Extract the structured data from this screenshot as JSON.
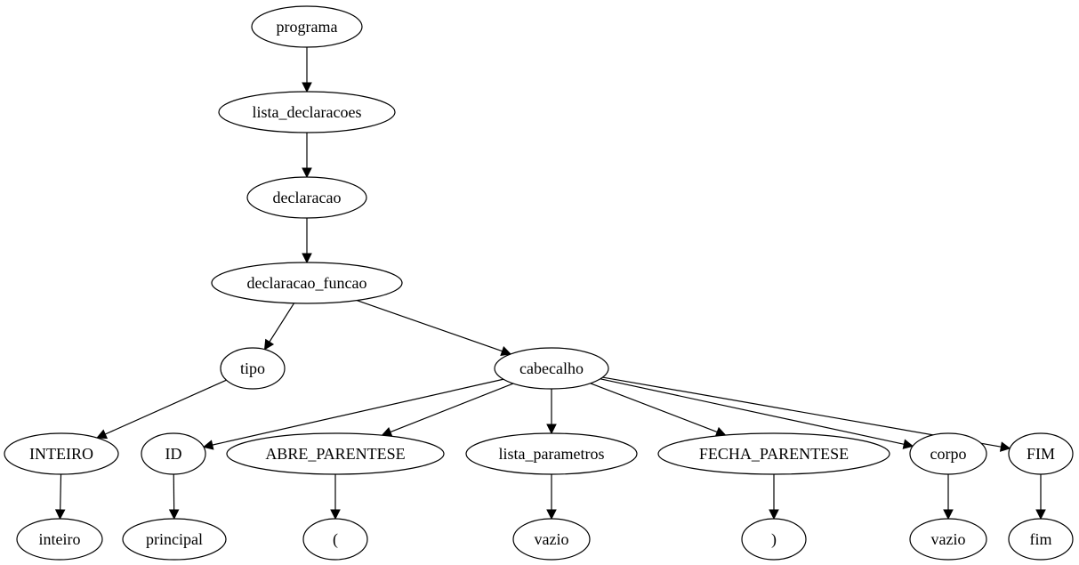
{
  "nodes": [
    {
      "id": "programa",
      "label": "programa"
    },
    {
      "id": "lista_declaracoes",
      "label": "lista_declaracoes"
    },
    {
      "id": "declaracao",
      "label": "declaracao"
    },
    {
      "id": "declaracao_funcao",
      "label": "declaracao_funcao"
    },
    {
      "id": "tipo",
      "label": "tipo"
    },
    {
      "id": "cabecalho",
      "label": "cabecalho"
    },
    {
      "id": "INTEIRO",
      "label": "INTEIRO"
    },
    {
      "id": "ID",
      "label": "ID"
    },
    {
      "id": "ABRE_PARENTESE",
      "label": "ABRE_PARENTESE"
    },
    {
      "id": "lista_parametros",
      "label": "lista_parametros"
    },
    {
      "id": "FECHA_PARENTESE",
      "label": "FECHA_PARENTESE"
    },
    {
      "id": "corpo",
      "label": "corpo"
    },
    {
      "id": "FIM",
      "label": "FIM"
    },
    {
      "id": "inteiro",
      "label": "inteiro"
    },
    {
      "id": "principal",
      "label": "principal"
    },
    {
      "id": "abre",
      "label": "("
    },
    {
      "id": "vazio1",
      "label": "vazio"
    },
    {
      "id": "fecha",
      "label": ")"
    },
    {
      "id": "vazio2",
      "label": "vazio"
    },
    {
      "id": "fim",
      "label": "fim"
    }
  ],
  "edges": [
    [
      "programa",
      "lista_declaracoes"
    ],
    [
      "lista_declaracoes",
      "declaracao"
    ],
    [
      "declaracao",
      "declaracao_funcao"
    ],
    [
      "declaracao_funcao",
      "tipo"
    ],
    [
      "declaracao_funcao",
      "cabecalho"
    ],
    [
      "tipo",
      "INTEIRO"
    ],
    [
      "cabecalho",
      "ID"
    ],
    [
      "cabecalho",
      "ABRE_PARENTESE"
    ],
    [
      "cabecalho",
      "lista_parametros"
    ],
    [
      "cabecalho",
      "FECHA_PARENTESE"
    ],
    [
      "cabecalho",
      "corpo"
    ],
    [
      "cabecalho",
      "FIM"
    ],
    [
      "INTEIRO",
      "inteiro"
    ],
    [
      "ID",
      "principal"
    ],
    [
      "ABRE_PARENTESE",
      "abre"
    ],
    [
      "lista_parametros",
      "vazio1"
    ],
    [
      "FECHA_PARENTESE",
      "fecha"
    ],
    [
      "corpo",
      "vazio2"
    ],
    [
      "FIM",
      "fim"
    ]
  ]
}
